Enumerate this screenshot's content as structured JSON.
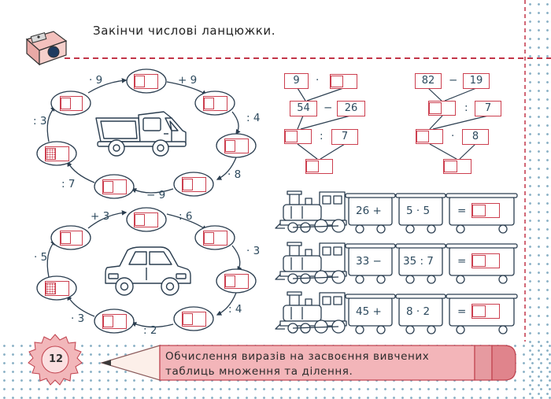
{
  "title": "Закінчи числові ланцюжки.",
  "page_number": "12",
  "footer": {
    "line1": "Обчислення виразів на засвоєння вивчених",
    "line2": "таблиць множення та ділення."
  },
  "chain1": {
    "ops": [
      "· 9",
      "+ 9",
      ": 4",
      "· 8",
      "− 9",
      ": 7",
      ": 3"
    ]
  },
  "chain2": {
    "ops": [
      "+ 3",
      ": 6",
      "· 3",
      ": 4",
      ": 2",
      "· 3",
      "· 5"
    ]
  },
  "tree1": {
    "top_left": "9",
    "top_op": "·",
    "mid_left": "54",
    "mid_op": "−",
    "mid_right": "26",
    "bottom_op": ":",
    "bottom_right": "7"
  },
  "tree2": {
    "top_left": "82",
    "top_op": "−",
    "top_right": "19",
    "mid_op": ":",
    "mid_right": "7",
    "bottom_op": "·",
    "bottom_right": "8"
  },
  "trains": [
    {
      "wagon1": "26 +",
      "wagon2": "5 · 5",
      "wagon3": "="
    },
    {
      "wagon1": "33 −",
      "wagon2": "35 : 7",
      "wagon3": "="
    },
    {
      "wagon1": "45 +",
      "wagon2": "8 · 2",
      "wagon3": "="
    }
  ],
  "icons": [
    "pencil-sharpener-icon",
    "truck-icon",
    "car-icon",
    "locomotive-icon",
    "pencil-icon",
    "page-badge-icon"
  ],
  "colors": {
    "accent_red": "#cc3f4f",
    "dots": "#8fb4c8",
    "text_blue": "#2d4a5e",
    "pencil_pink": "#f3b5b9"
  }
}
